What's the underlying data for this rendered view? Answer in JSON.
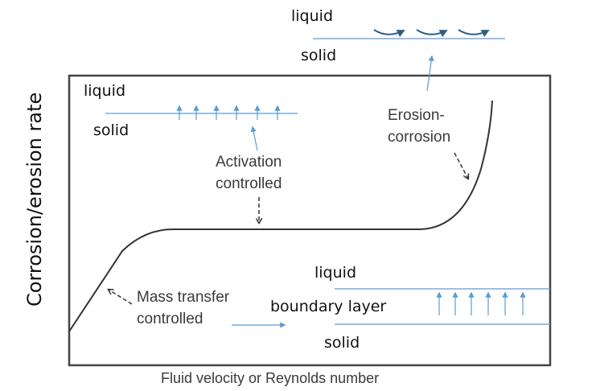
{
  "axes": {
    "ylabel": "Corrosion/erosion rate",
    "xlabel": "Fluid velocity or Reynolds number"
  },
  "regions": {
    "mass_transfer": [
      "Mass transfer",
      "controlled"
    ],
    "activation": [
      "Activation",
      "controlled"
    ],
    "erosion": [
      "Erosion-",
      "corrosion"
    ]
  },
  "insets": {
    "top_right": {
      "upper": "liquid",
      "lower": "solid"
    },
    "top_left": {
      "upper": "liquid",
      "lower": "solid"
    },
    "bottom": {
      "upper": "liquid",
      "middle": "boundary layer",
      "lower": "solid"
    }
  },
  "colors": {
    "curve": "#333333",
    "accent": "#5b9bd5",
    "frame": "#444444"
  }
}
